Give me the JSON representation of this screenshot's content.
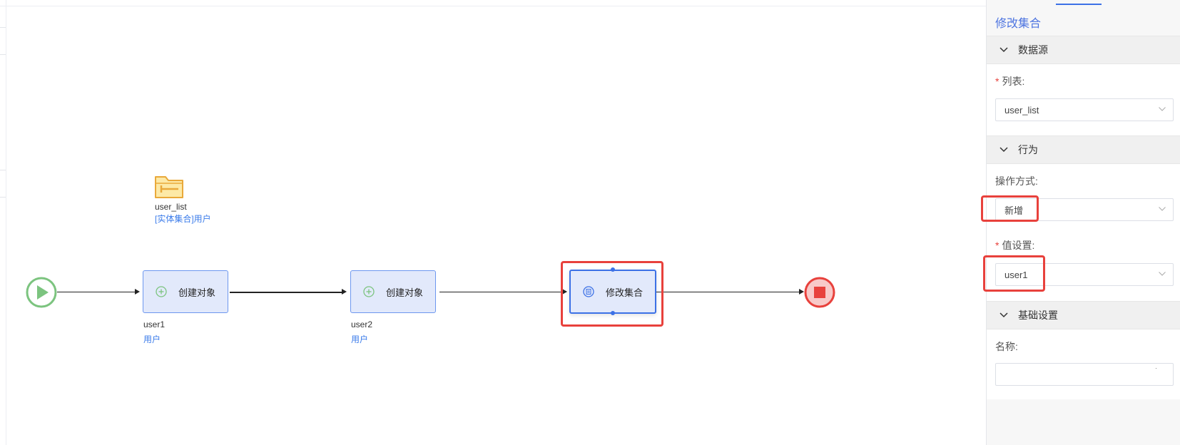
{
  "canvas": {
    "collection": {
      "name": "user_list",
      "type": "[实体集合]用户"
    },
    "nodes": [
      {
        "label": "创建对象",
        "var": "user1",
        "type": "用户"
      },
      {
        "label": "创建对象",
        "var": "user2",
        "type": "用户"
      },
      {
        "label": "修改集合"
      }
    ]
  },
  "panel": {
    "title": "修改集合",
    "sections": {
      "datasource": {
        "header": "数据源",
        "list_label": "列表:",
        "list_value": "user_list"
      },
      "behavior": {
        "header": "行为",
        "op_label": "操作方式:",
        "op_value": "新增",
        "value_label": "值设置:",
        "value_value": "user1"
      },
      "basic": {
        "header": "基础设置",
        "name_label": "名称:"
      }
    }
  },
  "colors": {
    "accent": "#3c71e6",
    "highlight": "#e8413c",
    "start": "#7cc47f",
    "end": "#e8413c",
    "link": "#3a7bea"
  }
}
